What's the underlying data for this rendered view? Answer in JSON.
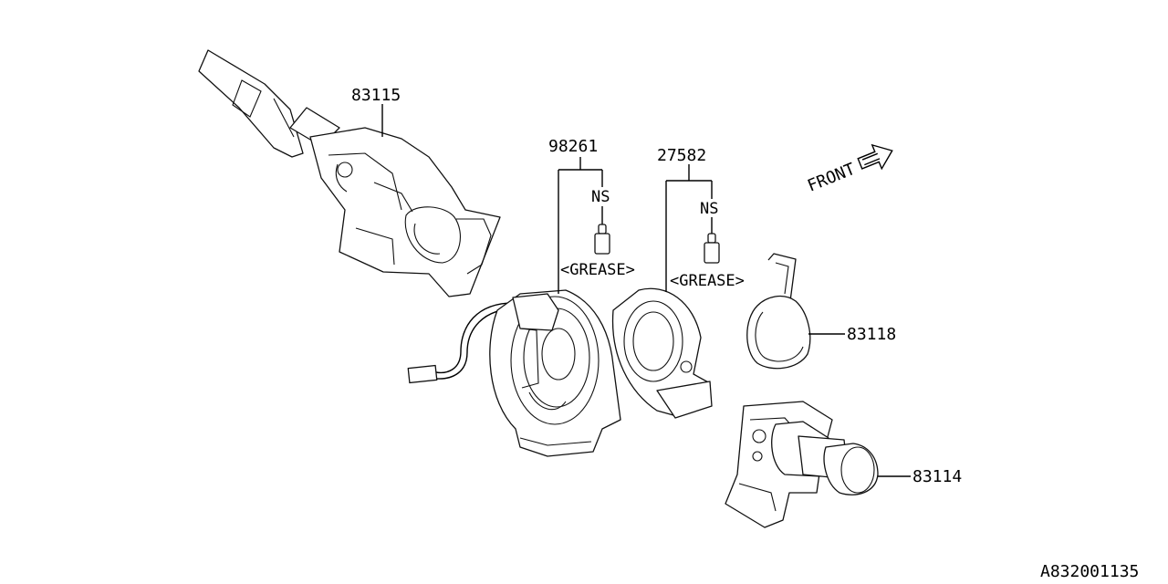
{
  "labels": {
    "part_83115": "83115",
    "part_98261": "98261",
    "part_27582": "27582",
    "ns_1": "NS",
    "ns_2": "NS",
    "grease_1": "<GREASE>",
    "grease_2": "<GREASE>",
    "part_83118": "83118",
    "part_83114": "83114",
    "front": "FRONT",
    "figure_id": "A832001135"
  },
  "icons": [
    "front-arrow-icon",
    "grease-tube-icon"
  ]
}
